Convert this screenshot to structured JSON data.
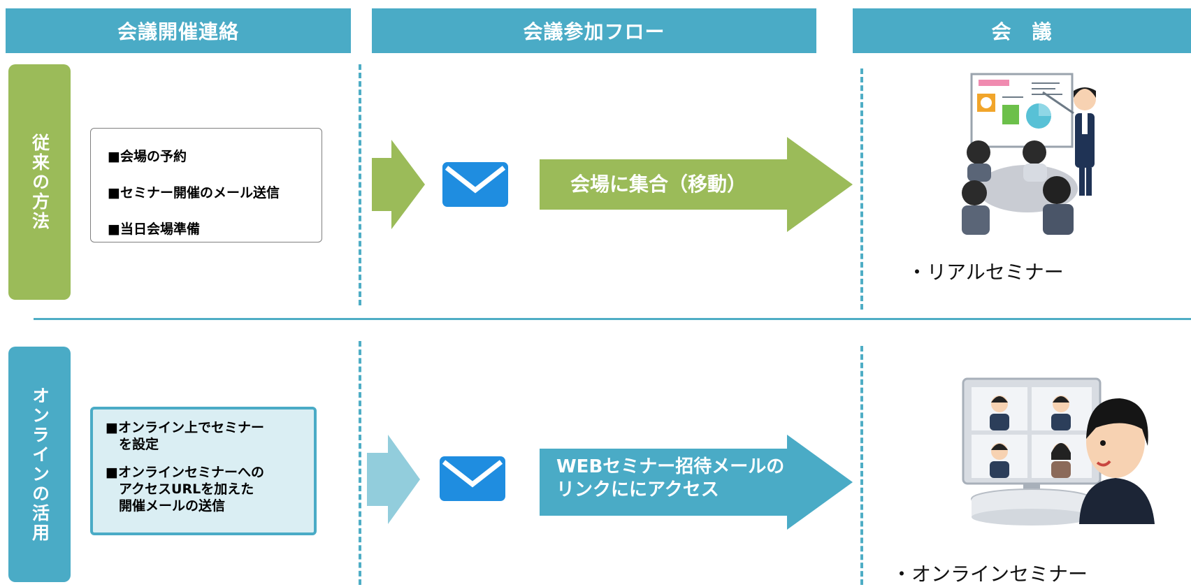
{
  "headers": {
    "col1": "会議開催連絡",
    "col2": "会議参加フロー",
    "col3": "会　議"
  },
  "rows": {
    "traditional": {
      "label": "従来の方法",
      "steps": [
        "■会場の予約",
        "■セミナー開催のメール送信",
        "■当日会場準備"
      ],
      "arrow_text": "会場に集合（移動）",
      "meeting_caption": "・リアルセミナー"
    },
    "online": {
      "label": "オンラインの活用",
      "steps": [
        "■オンライン上でセミナー\n　を設定",
        "■オンラインセミナーへの\n　アクセスURLを加えた\n　開催メールの送信"
      ],
      "arrow_text": "WEBセミナー招待メールの\nリンクににアクセス",
      "meeting_caption": "・オンラインセミナー"
    }
  },
  "icons": {
    "mail": "envelope-icon",
    "traditional_illustration": "presentation-meeting-illustration",
    "online_illustration": "video-conference-illustration"
  },
  "colors": {
    "header_teal": "#4aabc6",
    "green": "#9bbb59",
    "light_teal": "#92cddc",
    "mail_blue": "#1f8de0",
    "online_box_bg": "#daeef3"
  }
}
